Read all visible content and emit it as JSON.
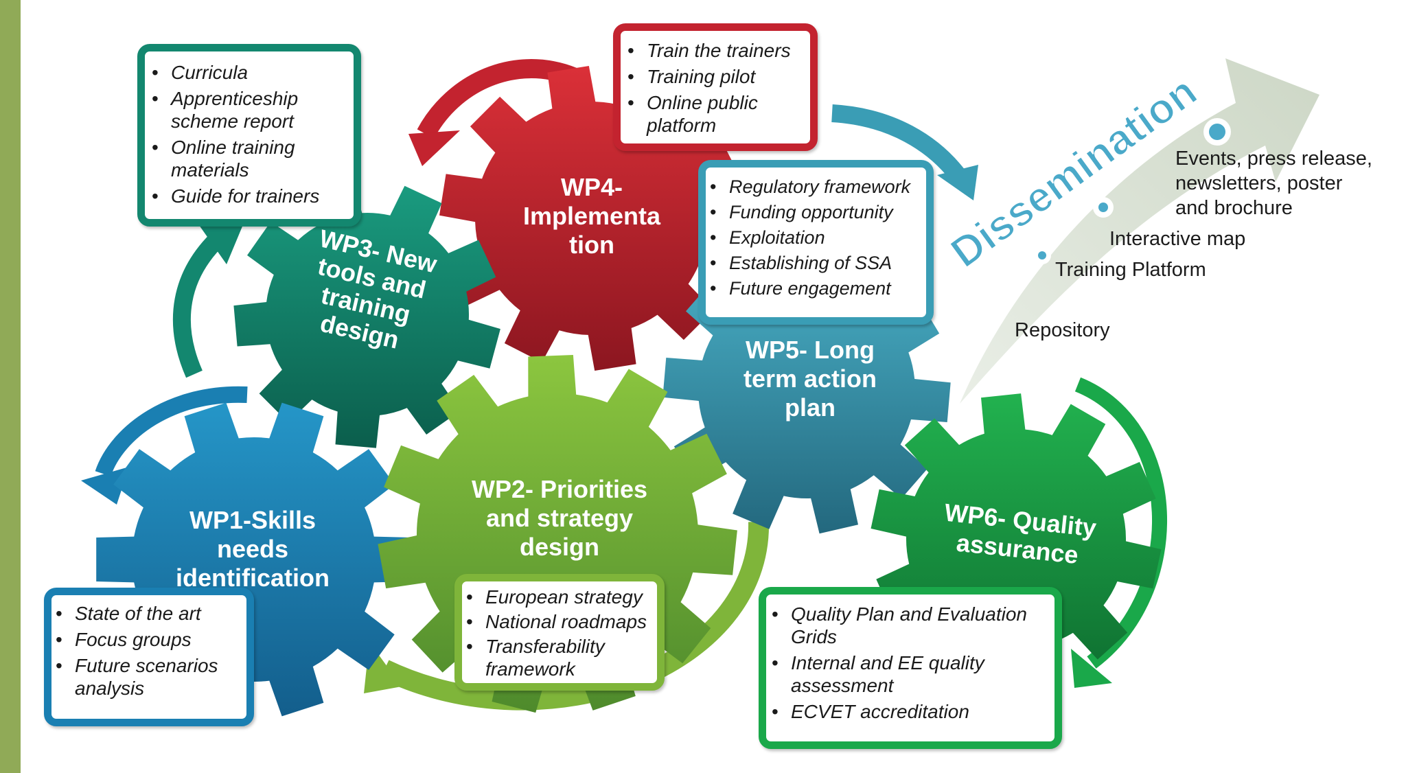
{
  "packages": {
    "wp1": {
      "title": [
        "WP1-Skills",
        "needs",
        "identification"
      ],
      "color": "#1a7fb2",
      "items": [
        "State of the art",
        "Focus groups",
        "Future scenarios analysis"
      ]
    },
    "wp2": {
      "title": [
        "WP2- Priorities",
        "and strategy",
        "design"
      ],
      "color": "#7fb53a",
      "items": [
        "European strategy",
        "National roadmaps",
        "Transferability framework"
      ]
    },
    "wp3": {
      "title": [
        "WP3- New",
        "tools and",
        "training",
        "design"
      ],
      "color": "#13876f",
      "items": [
        "Curricula",
        "Apprenticeship scheme report",
        "Online training materials",
        "Guide for trainers"
      ]
    },
    "wp4": {
      "title": [
        "WP4-",
        "Implementa",
        "tion"
      ],
      "color": "#c3232f",
      "items": [
        "Train the trainers",
        "Training pilot",
        "Online public platform"
      ]
    },
    "wp5": {
      "title": [
        "WP5- Long",
        "term action",
        "plan"
      ],
      "color": "#3a9db5",
      "items": [
        "Regulatory framework",
        "Funding opportunity",
        "Exploitation",
        "Establishing of SSA",
        "Future engagement"
      ]
    },
    "wp6": {
      "title": [
        "WP6- Quality",
        "assurance"
      ],
      "color": "#1aa84a",
      "items": [
        "Quality Plan and Evaluation Grids",
        "Internal and EE quality assessment",
        "ECVET accreditation"
      ]
    }
  },
  "dissemination": {
    "title": "Dissemination",
    "color": "#4aa9c9",
    "arrow_color": "#d3dccd",
    "items": [
      "Repository",
      "Training Platform",
      "Interactive map",
      "Events, press release, newsletters, poster and brochure"
    ]
  }
}
